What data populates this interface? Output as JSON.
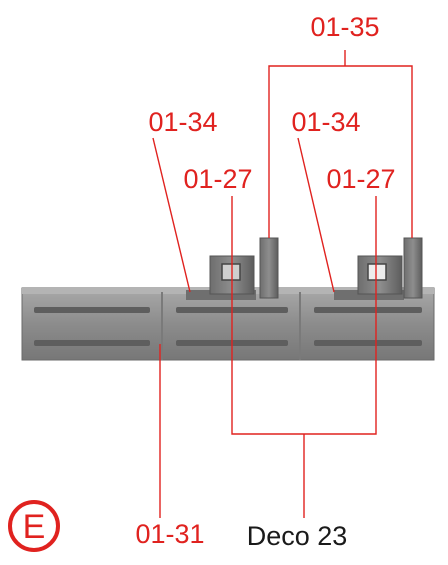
{
  "callouts": {
    "top": "01-35",
    "left_upper": "01-34",
    "right_upper": "01-34",
    "left_lower": "01-27",
    "right_lower": "01-27",
    "base": "01-31"
  },
  "caption": "Deco 23",
  "badge_letter": "E",
  "colors": {
    "annotation": "#e0221f",
    "caption": "#1a1a1a",
    "part_body": "#8a8a8a"
  }
}
